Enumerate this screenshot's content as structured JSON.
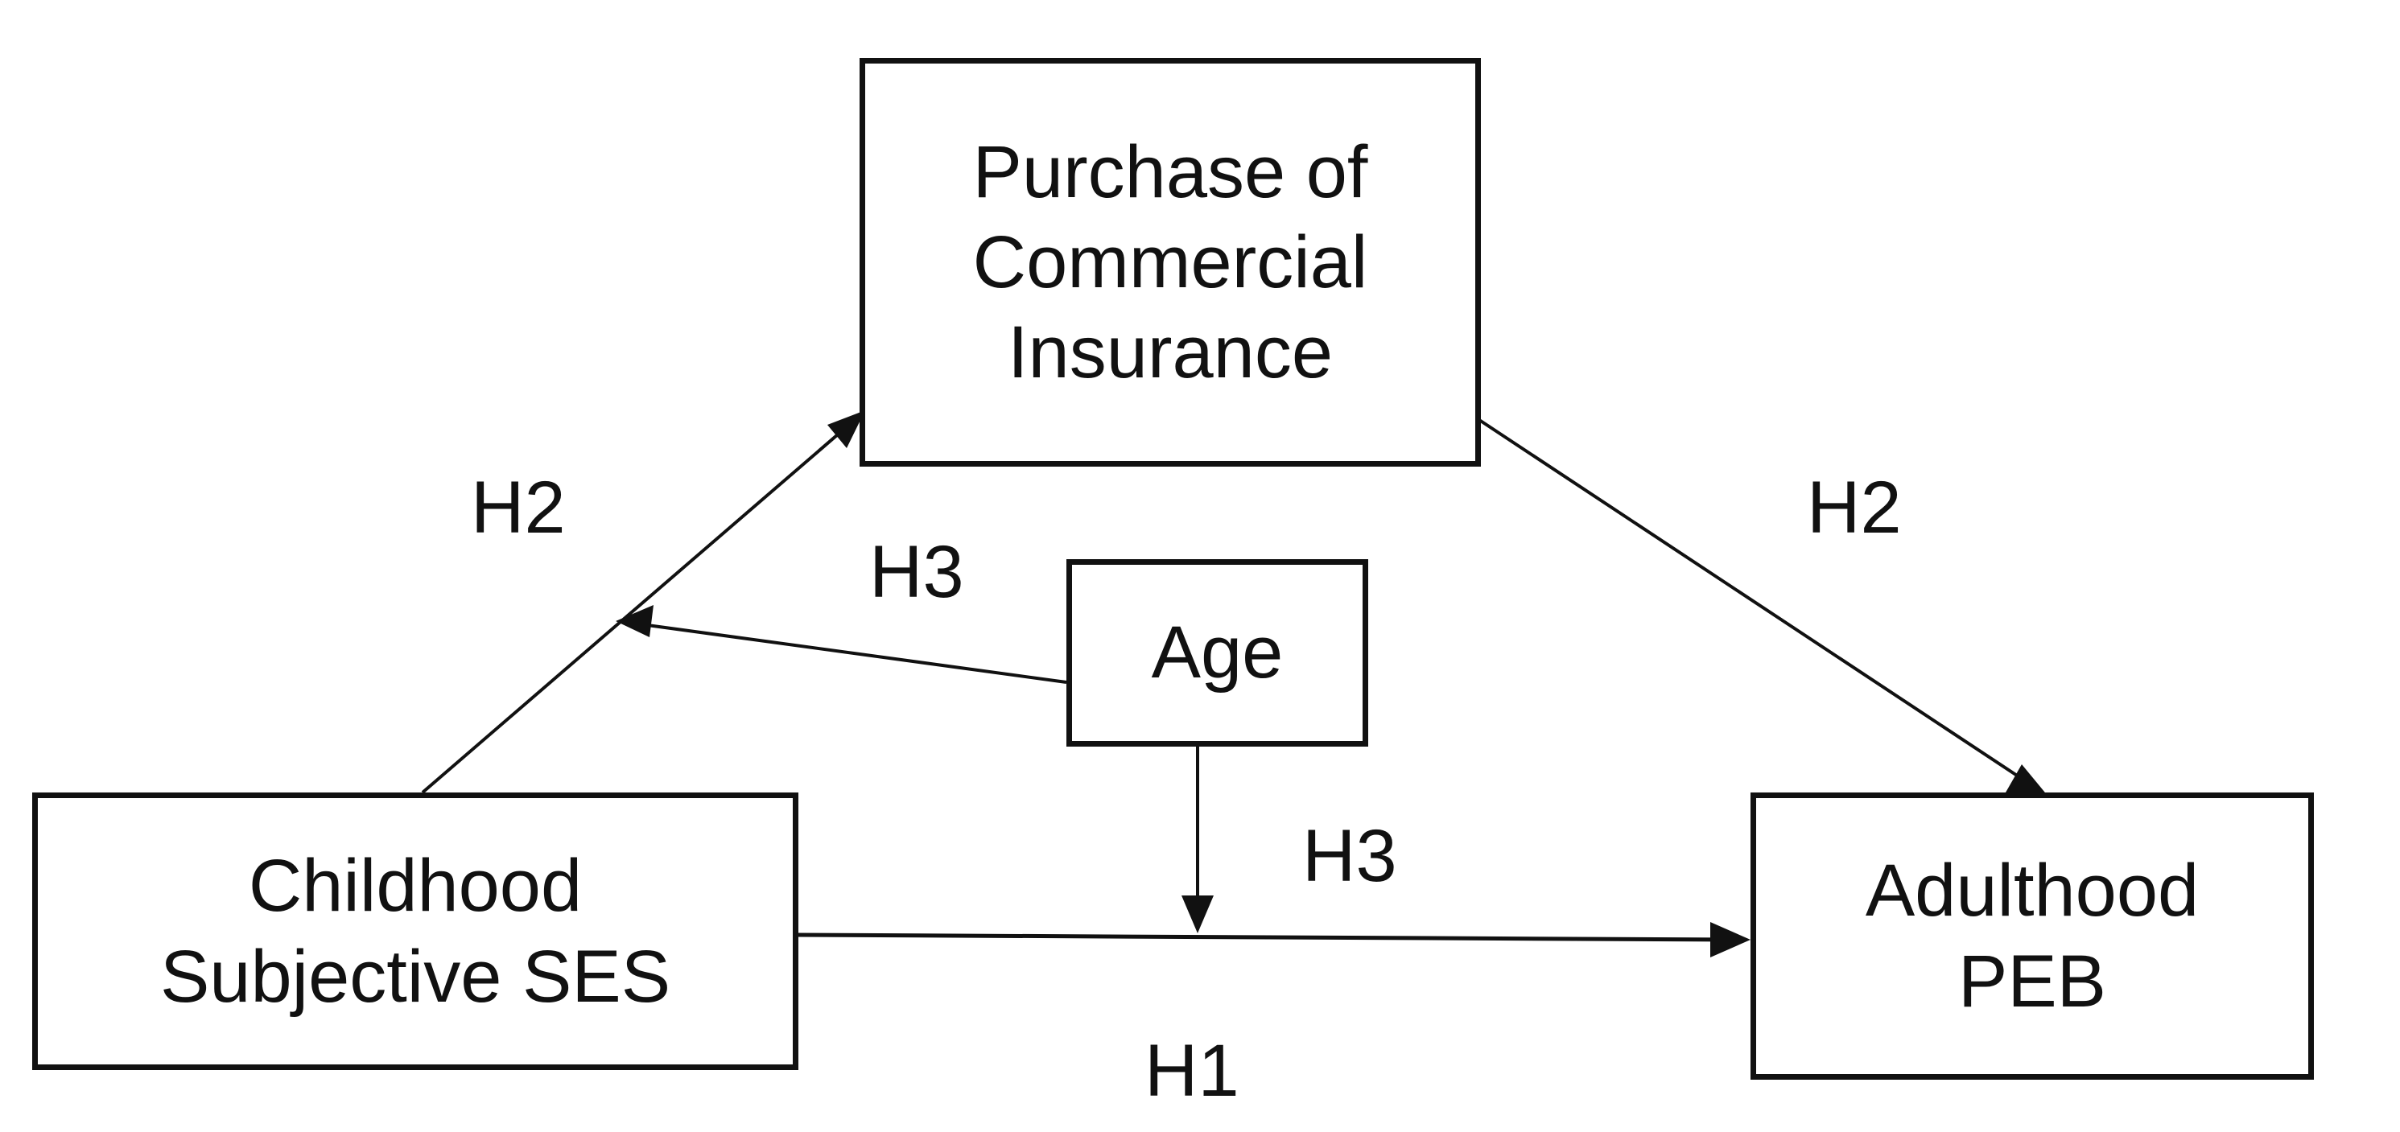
{
  "nodes": {
    "insurance": {
      "lines": [
        "Purchase of",
        "Commercial",
        "Insurance"
      ]
    },
    "age": {
      "lines": [
        "Age"
      ]
    },
    "childhood": {
      "lines": [
        "Childhood",
        "Subjective SES"
      ]
    },
    "adulthood": {
      "lines": [
        "Adulthood",
        "PEB"
      ]
    }
  },
  "labels": {
    "h2_left": "H2",
    "h2_right": "H2",
    "h3_upper": "H3",
    "h3_lower": "H3",
    "h1": "H1"
  },
  "colors": {
    "stroke": "#111111",
    "background": "#ffffff"
  }
}
